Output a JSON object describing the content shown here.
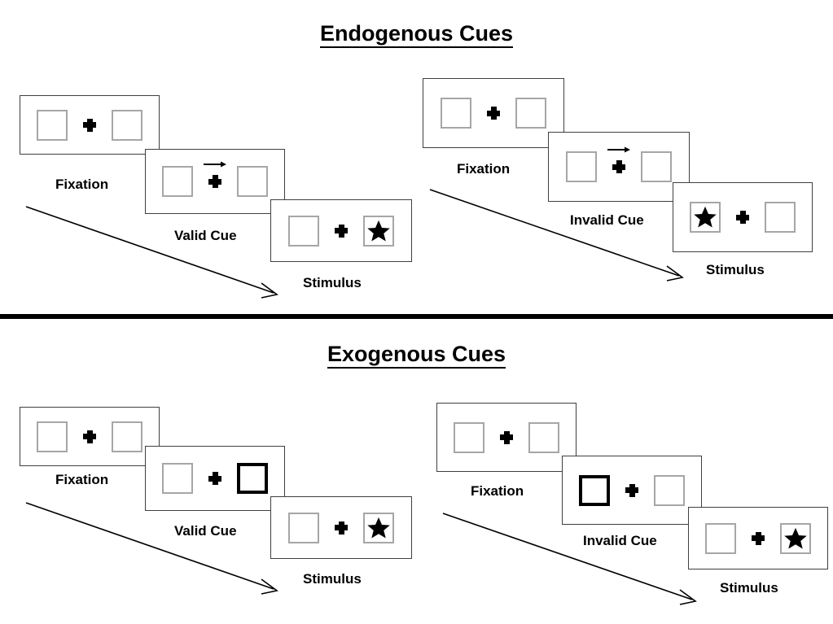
{
  "figure": {
    "sections": [
      {
        "id": "endogenous",
        "title": "Endogenous Cues",
        "cue_type": "central-arrow",
        "panels": [
          {
            "id": "endogenous-valid",
            "validity": "valid",
            "frames": [
              {
                "stage": "fixation",
                "caption": "Fixation",
                "left_box": "empty",
                "right_box": "empty",
                "center": "fixation-cross",
                "cue": "none"
              },
              {
                "stage": "cue",
                "caption": "Valid Cue",
                "left_box": "empty",
                "right_box": "empty",
                "center": "fixation-cross",
                "cue": "arrow-right"
              },
              {
                "stage": "stimulus",
                "caption": "Stimulus",
                "left_box": "empty",
                "right_box": "star",
                "center": "fixation-cross",
                "cue": "none"
              }
            ]
          },
          {
            "id": "endogenous-invalid",
            "validity": "invalid",
            "frames": [
              {
                "stage": "fixation",
                "caption": "Fixation",
                "left_box": "empty",
                "right_box": "empty",
                "center": "fixation-cross",
                "cue": "none"
              },
              {
                "stage": "cue",
                "caption": "Invalid Cue",
                "left_box": "empty",
                "right_box": "empty",
                "center": "fixation-cross",
                "cue": "arrow-right"
              },
              {
                "stage": "stimulus",
                "caption": "Stimulus",
                "left_box": "star",
                "right_box": "empty",
                "center": "fixation-cross",
                "cue": "none"
              }
            ]
          }
        ]
      },
      {
        "id": "exogenous",
        "title": "Exogenous Cues",
        "cue_type": "peripheral-box",
        "panels": [
          {
            "id": "exogenous-valid",
            "validity": "valid",
            "frames": [
              {
                "stage": "fixation",
                "caption": "Fixation",
                "left_box": "empty",
                "right_box": "empty",
                "center": "fixation-cross",
                "cue": "none"
              },
              {
                "stage": "cue",
                "caption": "Valid Cue",
                "left_box": "empty",
                "right_box": "cued",
                "center": "fixation-cross",
                "cue": "box-right"
              },
              {
                "stage": "stimulus",
                "caption": "Stimulus",
                "left_box": "empty",
                "right_box": "star",
                "center": "fixation-cross",
                "cue": "none"
              }
            ]
          },
          {
            "id": "exogenous-invalid",
            "validity": "invalid",
            "frames": [
              {
                "stage": "fixation",
                "caption": "Fixation",
                "left_box": "empty",
                "right_box": "empty",
                "center": "fixation-cross",
                "cue": "none"
              },
              {
                "stage": "cue",
                "caption": "Invalid Cue",
                "left_box": "cued",
                "right_box": "empty",
                "center": "fixation-cross",
                "cue": "box-left"
              },
              {
                "stage": "stimulus",
                "caption": "Stimulus",
                "left_box": "empty",
                "right_box": "star",
                "center": "fixation-cross",
                "cue": "none"
              }
            ]
          }
        ]
      }
    ],
    "time_arrow_meaning": "time",
    "colors": {
      "frame_border": "#3f3f3f",
      "placeholder_border": "#a6a6a6",
      "cue_border": "#000000",
      "stimulus_fill": "#000000",
      "divider": "#000000",
      "background": "#ffffff"
    }
  }
}
